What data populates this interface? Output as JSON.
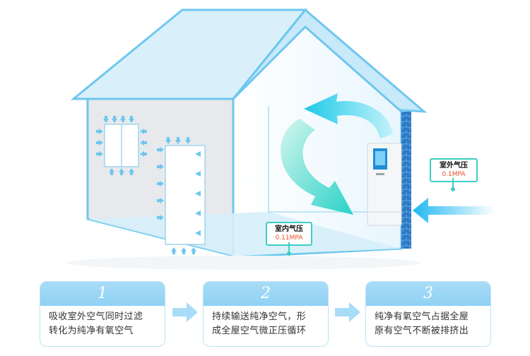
{
  "diagram": {
    "indoor_pressure": {
      "title": "室内气压",
      "value": "0.11MPA"
    },
    "outdoor_pressure": {
      "title": "室外气压",
      "value": "0.1MPA"
    }
  },
  "steps": [
    {
      "number": "1",
      "line1": "吸收室外空气同时过滤",
      "line2": "转化为纯净有氧空气"
    },
    {
      "number": "2",
      "line1": "持续输送纯净空气，形",
      "line2": "成全屋空气微正压循环"
    },
    {
      "number": "3",
      "line1": "纯净有氧空气占据全屋",
      "line2": "原有空气不断被排挤出"
    }
  ],
  "colors": {
    "house_outline": "#6ec7ef",
    "flow_arrow": "#2ad2c8",
    "brick_wall": "#2b78c4",
    "label_border": "#3ccfc3",
    "pressure_value": "#e8502a",
    "step_header": "#a8dcf7"
  }
}
